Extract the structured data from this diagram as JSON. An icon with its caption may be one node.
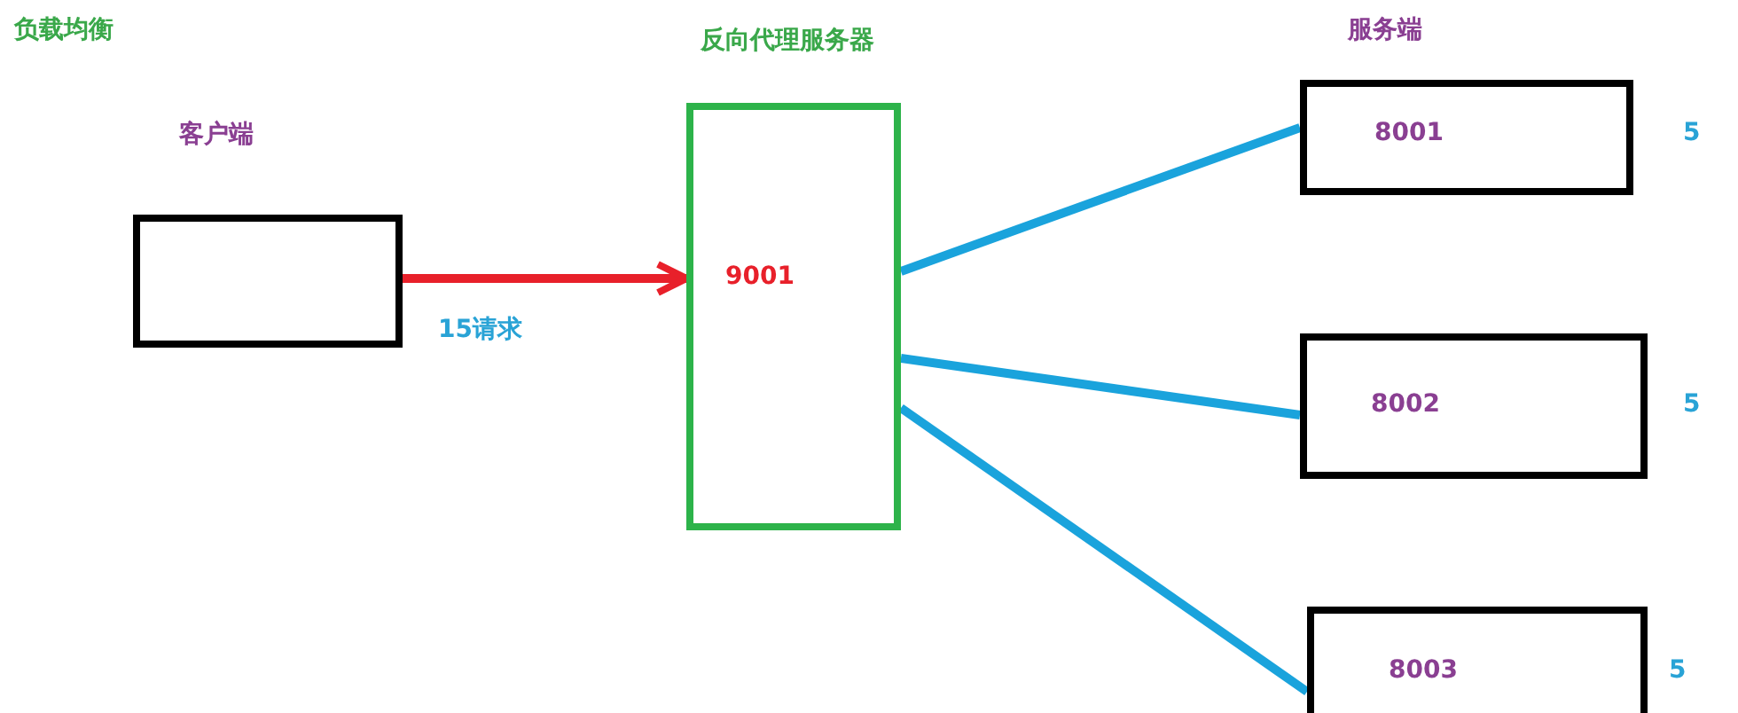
{
  "diagram": {
    "title": "负载均衡",
    "nodes": [
      {
        "text": [
          "客户端"
        ]
      },
      {
        "text": [
          "反向代理服务器",
          "9001"
        ]
      },
      {
        "text": [
          "8001"
        ],
        "beside": [
          "5"
        ]
      },
      {
        "text": [
          "8002"
        ],
        "beside": [
          "5"
        ]
      },
      {
        "text": [
          "8003"
        ],
        "beside": [
          "5"
        ]
      }
    ],
    "edges": [
      {
        "from": 0,
        "to": 1,
        "arrow": "to",
        "label": "15请求",
        "color": "#e8202a"
      },
      {
        "from": 1,
        "to": 2,
        "arrow": "none"
      },
      {
        "from": 1,
        "to": 3,
        "arrow": "none"
      },
      {
        "from": 1,
        "to": 4,
        "arrow": "none"
      }
    ],
    "labels": [
      "服务端"
    ]
  }
}
